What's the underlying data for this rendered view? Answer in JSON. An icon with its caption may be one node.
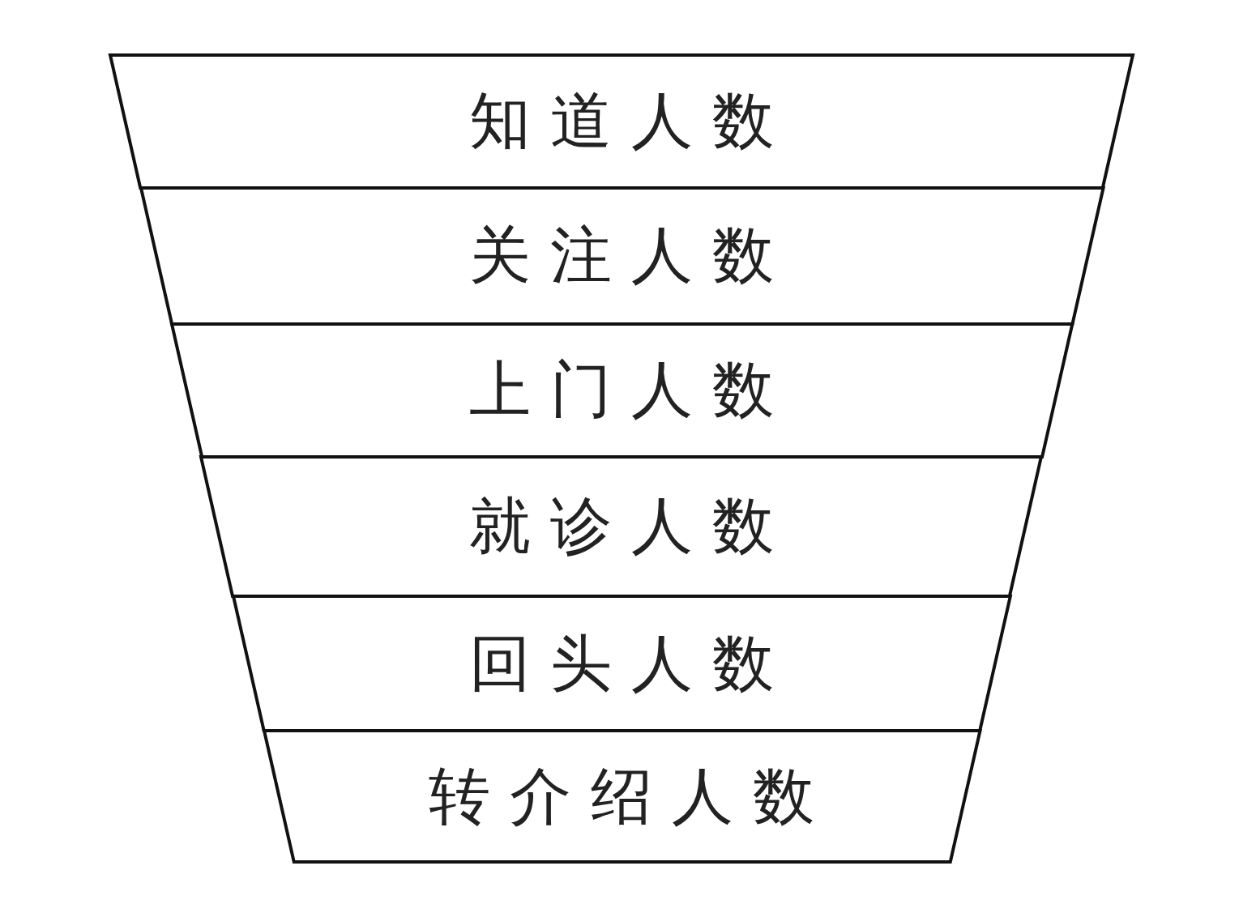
{
  "diagram": {
    "nodes": [
      {
        "text": [
          "知道人数"
        ]
      },
      {
        "text": [
          "关注人数"
        ]
      },
      {
        "text": [
          "上门人数"
        ]
      },
      {
        "text": [
          "就诊人数"
        ]
      },
      {
        "text": [
          "回头人数"
        ]
      },
      {
        "text": [
          "转介绍人数"
        ]
      }
    ]
  }
}
